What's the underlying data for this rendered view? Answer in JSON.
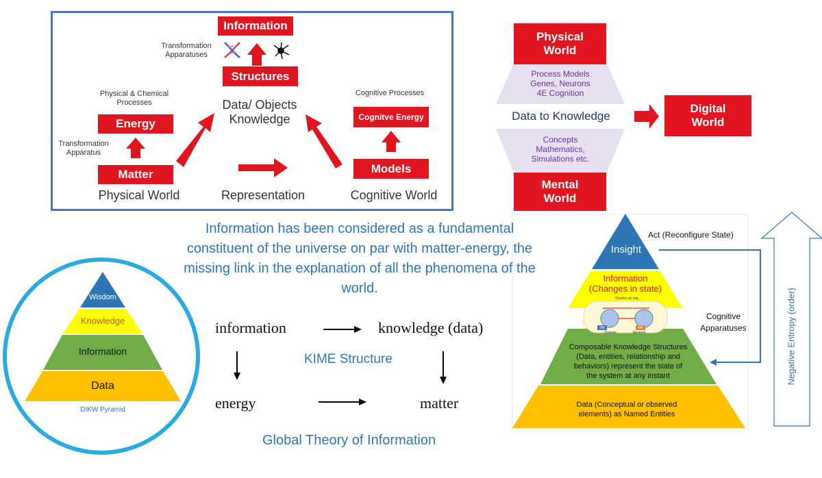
{
  "panel_top_left": {
    "information": "Information",
    "structures": "Structures",
    "transformation_apparatuses": "Transformation\nApparatuses",
    "data_objects_knowledge": "Data/ Objects\nKnowledge",
    "physical_chemical_processes": "Physical & Chemical\nProcesses",
    "energy": "Energy",
    "transformation_apparatus": "Transformation\nApparatus",
    "matter": "Matter",
    "physical_world": "Physical World",
    "representation": "Representation",
    "cognitive_processes": "Cognitive Processes",
    "cognitive_energy": "Cognitve Energy",
    "models": "Models",
    "cognitive_world": "Cognitive World",
    "border_color": "#4472c4",
    "red": "#e0151f"
  },
  "panel_top_right": {
    "physical_world": "Physical\nWorld",
    "process_models": "Process Models\nGenes, Neurons\n4E Cognition",
    "data_to_knowledge": "Data  to Knowledge",
    "concepts": "Concepts\nMathematics,\nSimulations etc.",
    "mental_world": "Mental\nWorld",
    "digital_world": "Digital\nWorld"
  },
  "center": {
    "quote": "Information has been considered as a fundamental constituent of the universe on par with matter-energy, the missing link in the explanation of all the phenomena of the world.",
    "information": "information",
    "knowledge_data": "knowledge (data)",
    "energy": "energy",
    "matter": "matter",
    "kime": "KIME Structure",
    "global_theory": "Global Theory of Information"
  },
  "dikw": {
    "wisdom": "Wisdom",
    "knowledge": "Knowledge",
    "information": "Information",
    "data": "Data",
    "caption": "DIKW Pyramid"
  },
  "right_pyramid": {
    "insight": "Insight",
    "act": "Act (Reconfigure State)",
    "information": "Information\n(Changes in state)",
    "cognitive_apparatuses": "Cognitive\nApparatuses",
    "composable": "Composable Knowledge Structures\n(Data, entities, relationship and\nbehaviors) represent the state of\nthe system at any instant",
    "data": "Data (Conceptual  or observed\nelements) as Named Entities",
    "negative_entropy": "Negative Entropy (order)",
    "inset_top": "Oracles as cog...",
    "inset_left": "DB",
    "inset_right": "NR",
    "inset_domain": "Domain",
    "inset_neurons": "Neurons"
  }
}
